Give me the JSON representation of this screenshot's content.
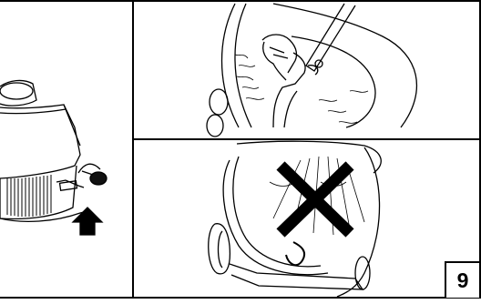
{
  "figure": {
    "number": "9"
  },
  "panels": [
    {
      "id": "left",
      "icon": "engine-spark-plug-icon",
      "arrow_icon": "up-arrow-icon"
    },
    {
      "id": "top-right",
      "icon": "hand-cleaning-mower-deck-icon"
    },
    {
      "id": "bottom-right",
      "icon": "mower-deck-hose-icon",
      "overlay_icon": "prohibited-x-icon"
    }
  ]
}
